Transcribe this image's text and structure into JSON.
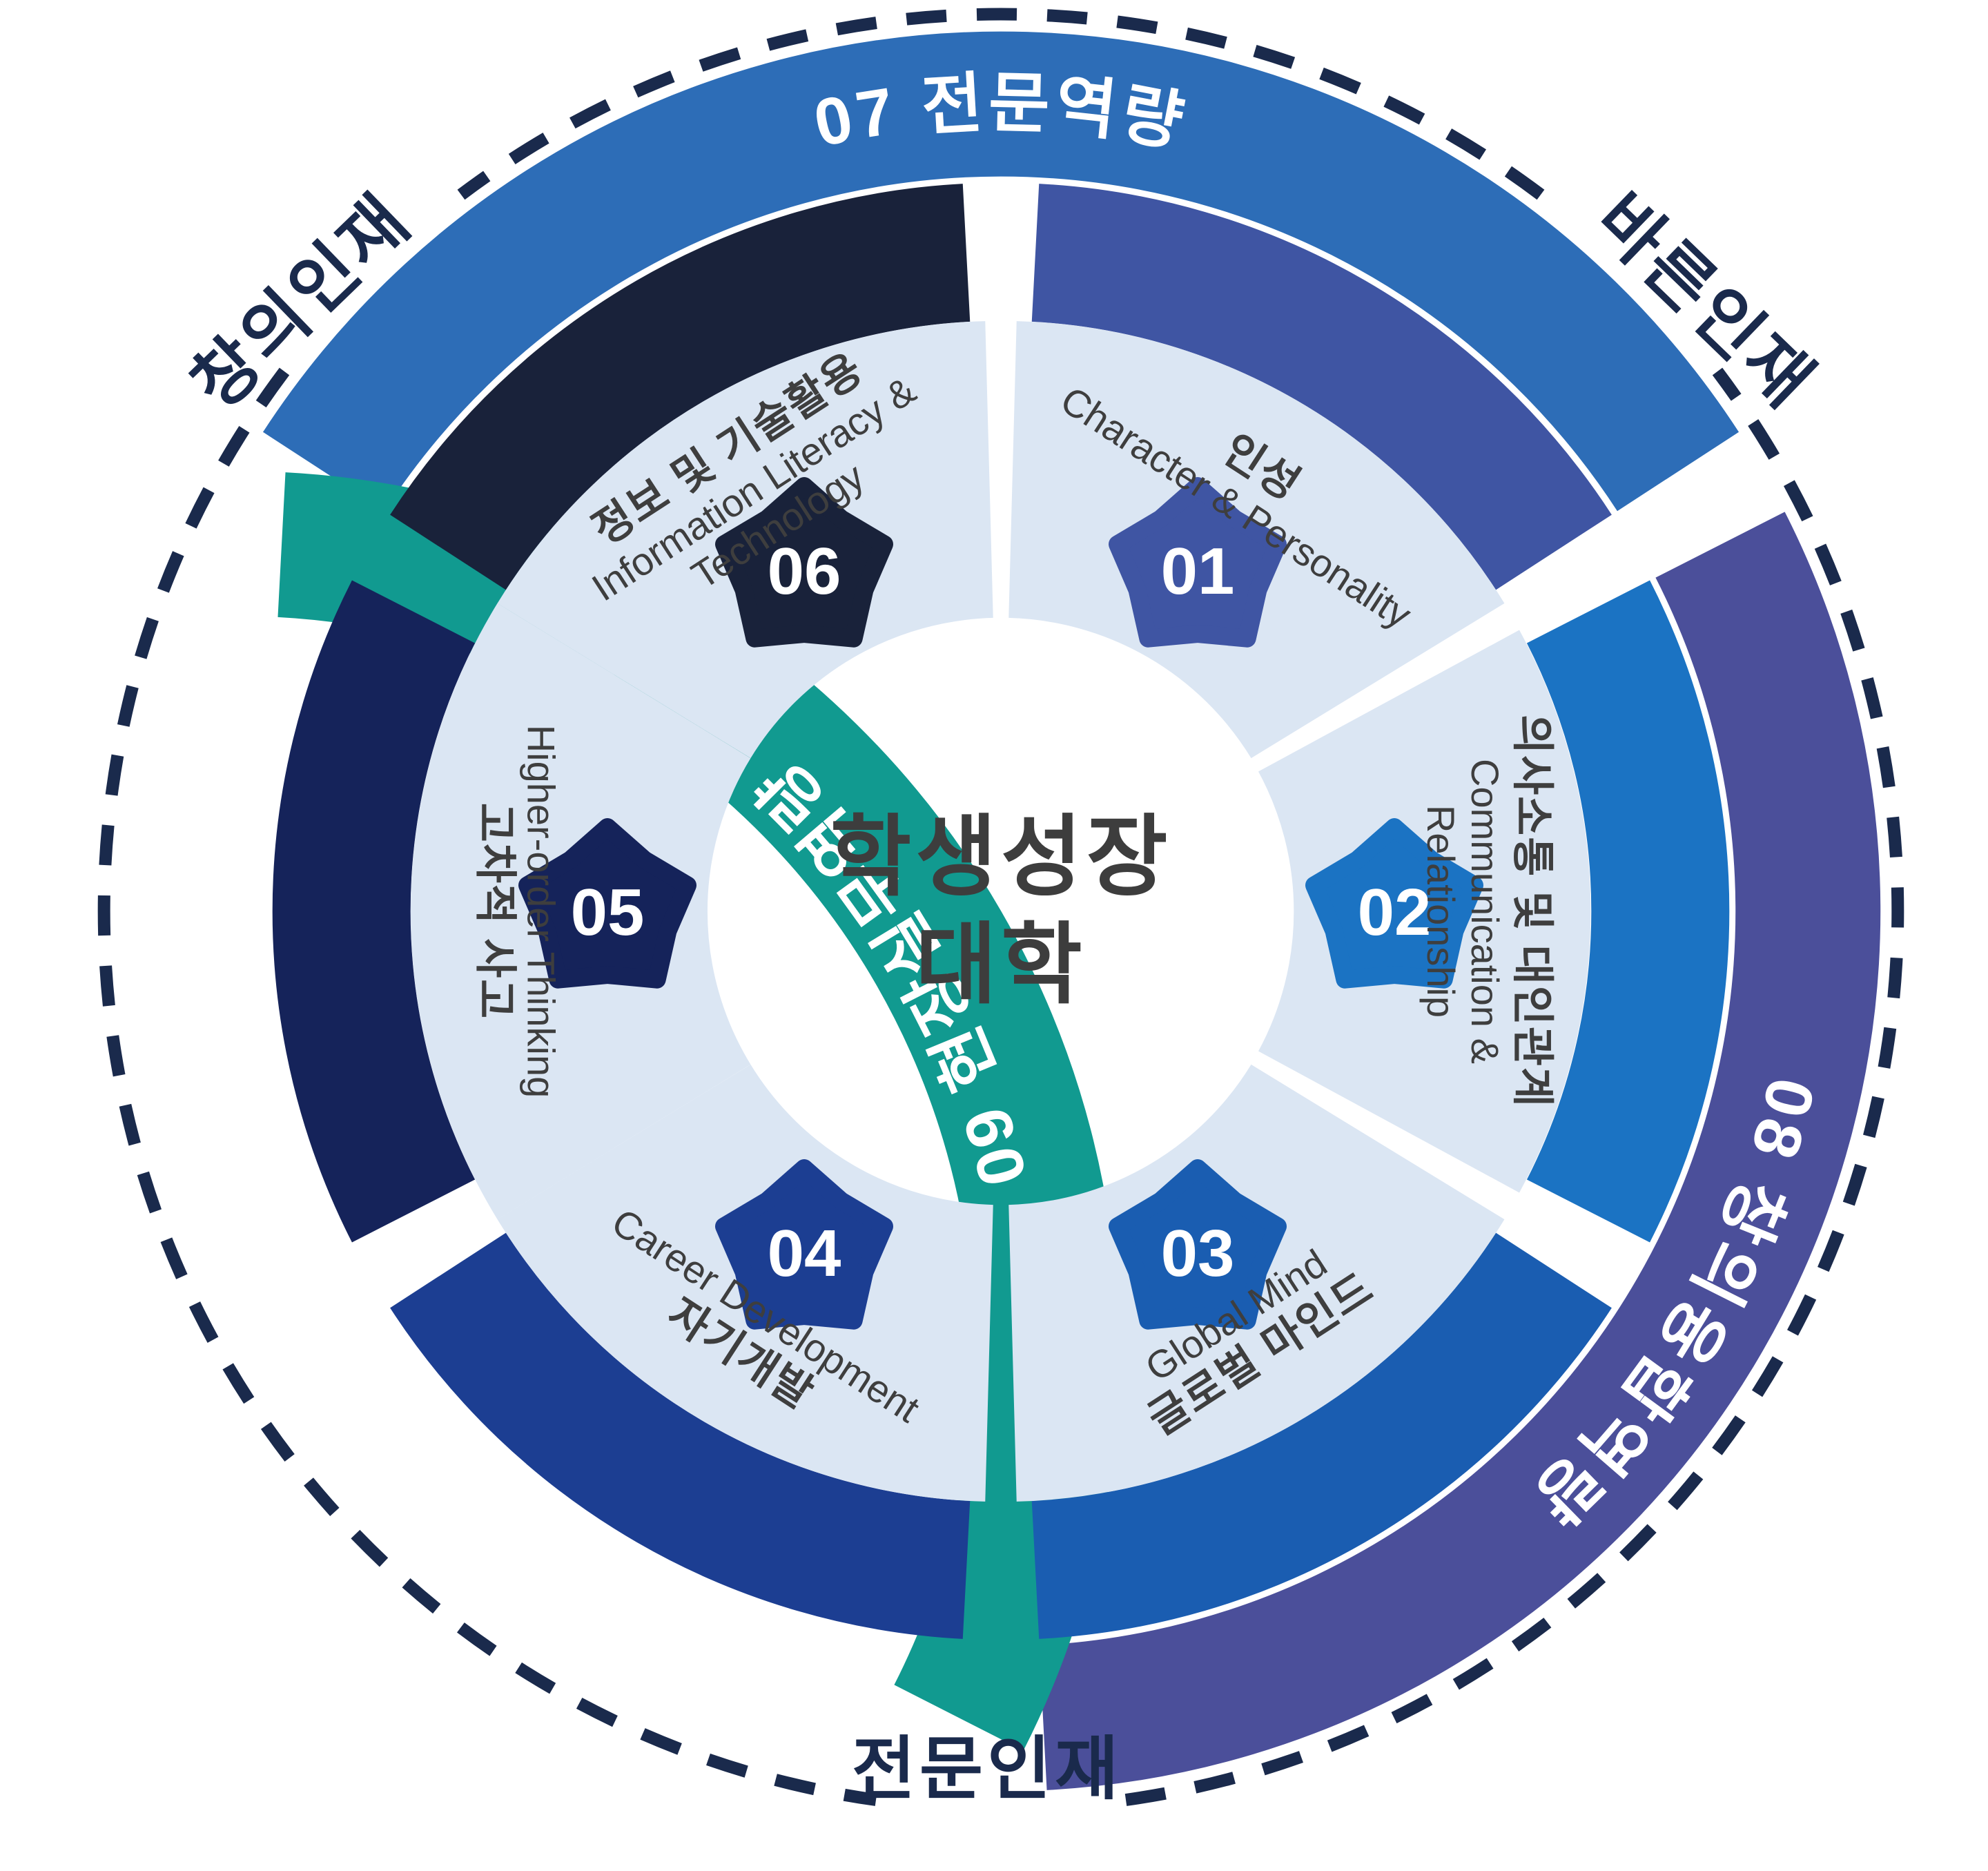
{
  "center": {
    "line1": "학생성장",
    "line2": "대학"
  },
  "talents": [
    {
      "id": "creative",
      "label": "창의인재"
    },
    {
      "id": "upright",
      "label": "바른인재"
    },
    {
      "id": "professional",
      "label": "전문인재"
    }
  ],
  "outer_arcs": [
    {
      "number": "07",
      "label": "전문역량",
      "text": "07 전문역량",
      "color": "#2d6db7"
    },
    {
      "number": "08",
      "label": "창의융합역량",
      "text": "08 창의융합역량",
      "color": "#4b4f9a"
    },
    {
      "number": "09",
      "label": "현장실무역량",
      "text": "09 현장실무역량",
      "color": "#119a90"
    }
  ],
  "segments": [
    {
      "number": "01",
      "korean": "인성",
      "english_lines": [
        "Character & Personality"
      ],
      "color": "#3f55a3"
    },
    {
      "number": "02",
      "korean": "의사소통 및 대인관계",
      "english_lines": [
        "Communication &",
        "Relationship"
      ],
      "color": "#1b73c3"
    },
    {
      "number": "03",
      "korean": "글로벌 마인드",
      "english_lines": [
        "Global Mind"
      ],
      "color": "#1a5db1"
    },
    {
      "number": "04",
      "korean": "자기개발",
      "english_lines": [
        "Career Development"
      ],
      "color": "#1c3e92"
    },
    {
      "number": "05",
      "korean": "고차적 사고",
      "english_lines": [
        "Higher-order Thinking"
      ],
      "color": "#15235a"
    },
    {
      "number": "06",
      "korean": "정보 및 기술활용",
      "english_lines": [
        "Information Literacy &",
        "Technology"
      ],
      "color": "#19223a"
    }
  ],
  "colors": {
    "wedge": "#dbe6f3",
    "dash": "#1a2a4c",
    "text": "#3e3e3e"
  }
}
